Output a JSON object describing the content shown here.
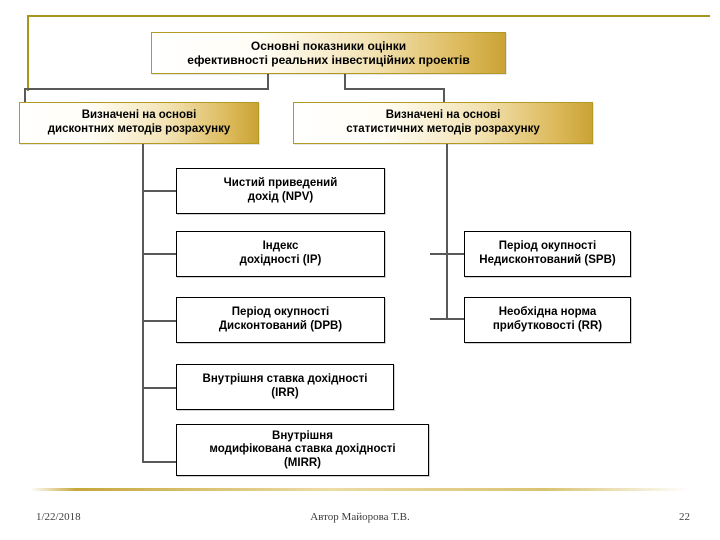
{
  "slide": {
    "title": {
      "line1": "Основні показники оцінки",
      "line2": "ефективності реальних інвестиційних проектів"
    },
    "branches": [
      {
        "id": "discount",
        "line1": "Визначені на основі",
        "line2": "дисконтних методів розрахунку"
      },
      {
        "id": "statistic",
        "line1": "Визначені на основі",
        "line2": "статистичних методів розрахунку"
      }
    ],
    "discount_items": [
      {
        "line1": "Чистий приведений",
        "line2": "дохід (NPV)",
        "line3": ""
      },
      {
        "line1": "Індекс",
        "line2": "дохідності (IP)",
        "line3": ""
      },
      {
        "line1": "Період окупності",
        "line2": "Дисконтований (DPB)",
        "line3": ""
      },
      {
        "line1": "Внутрішня ставка дохідності",
        "line2": "(IRR)",
        "line3": ""
      },
      {
        "line1": "Внутрішня",
        "line2": "модифікована ставка дохідності",
        "line3": "(MIRR)"
      }
    ],
    "statistic_items": [
      {
        "line1": "Період окупності",
        "line2": "Недисконтований (SPB)",
        "line3": ""
      },
      {
        "line1": "Необхідна норма",
        "line2": "прибутковості (RR)",
        "line3": ""
      }
    ],
    "footer": {
      "date": "1/22/2018",
      "author": "Автор Майорова Т.В.",
      "page": "22"
    },
    "colors": {
      "frame": "#a8951a",
      "box_border_gold": "#b39a22",
      "box_border_plain": "#000000",
      "connector": "#595959",
      "text": "#000000"
    }
  }
}
